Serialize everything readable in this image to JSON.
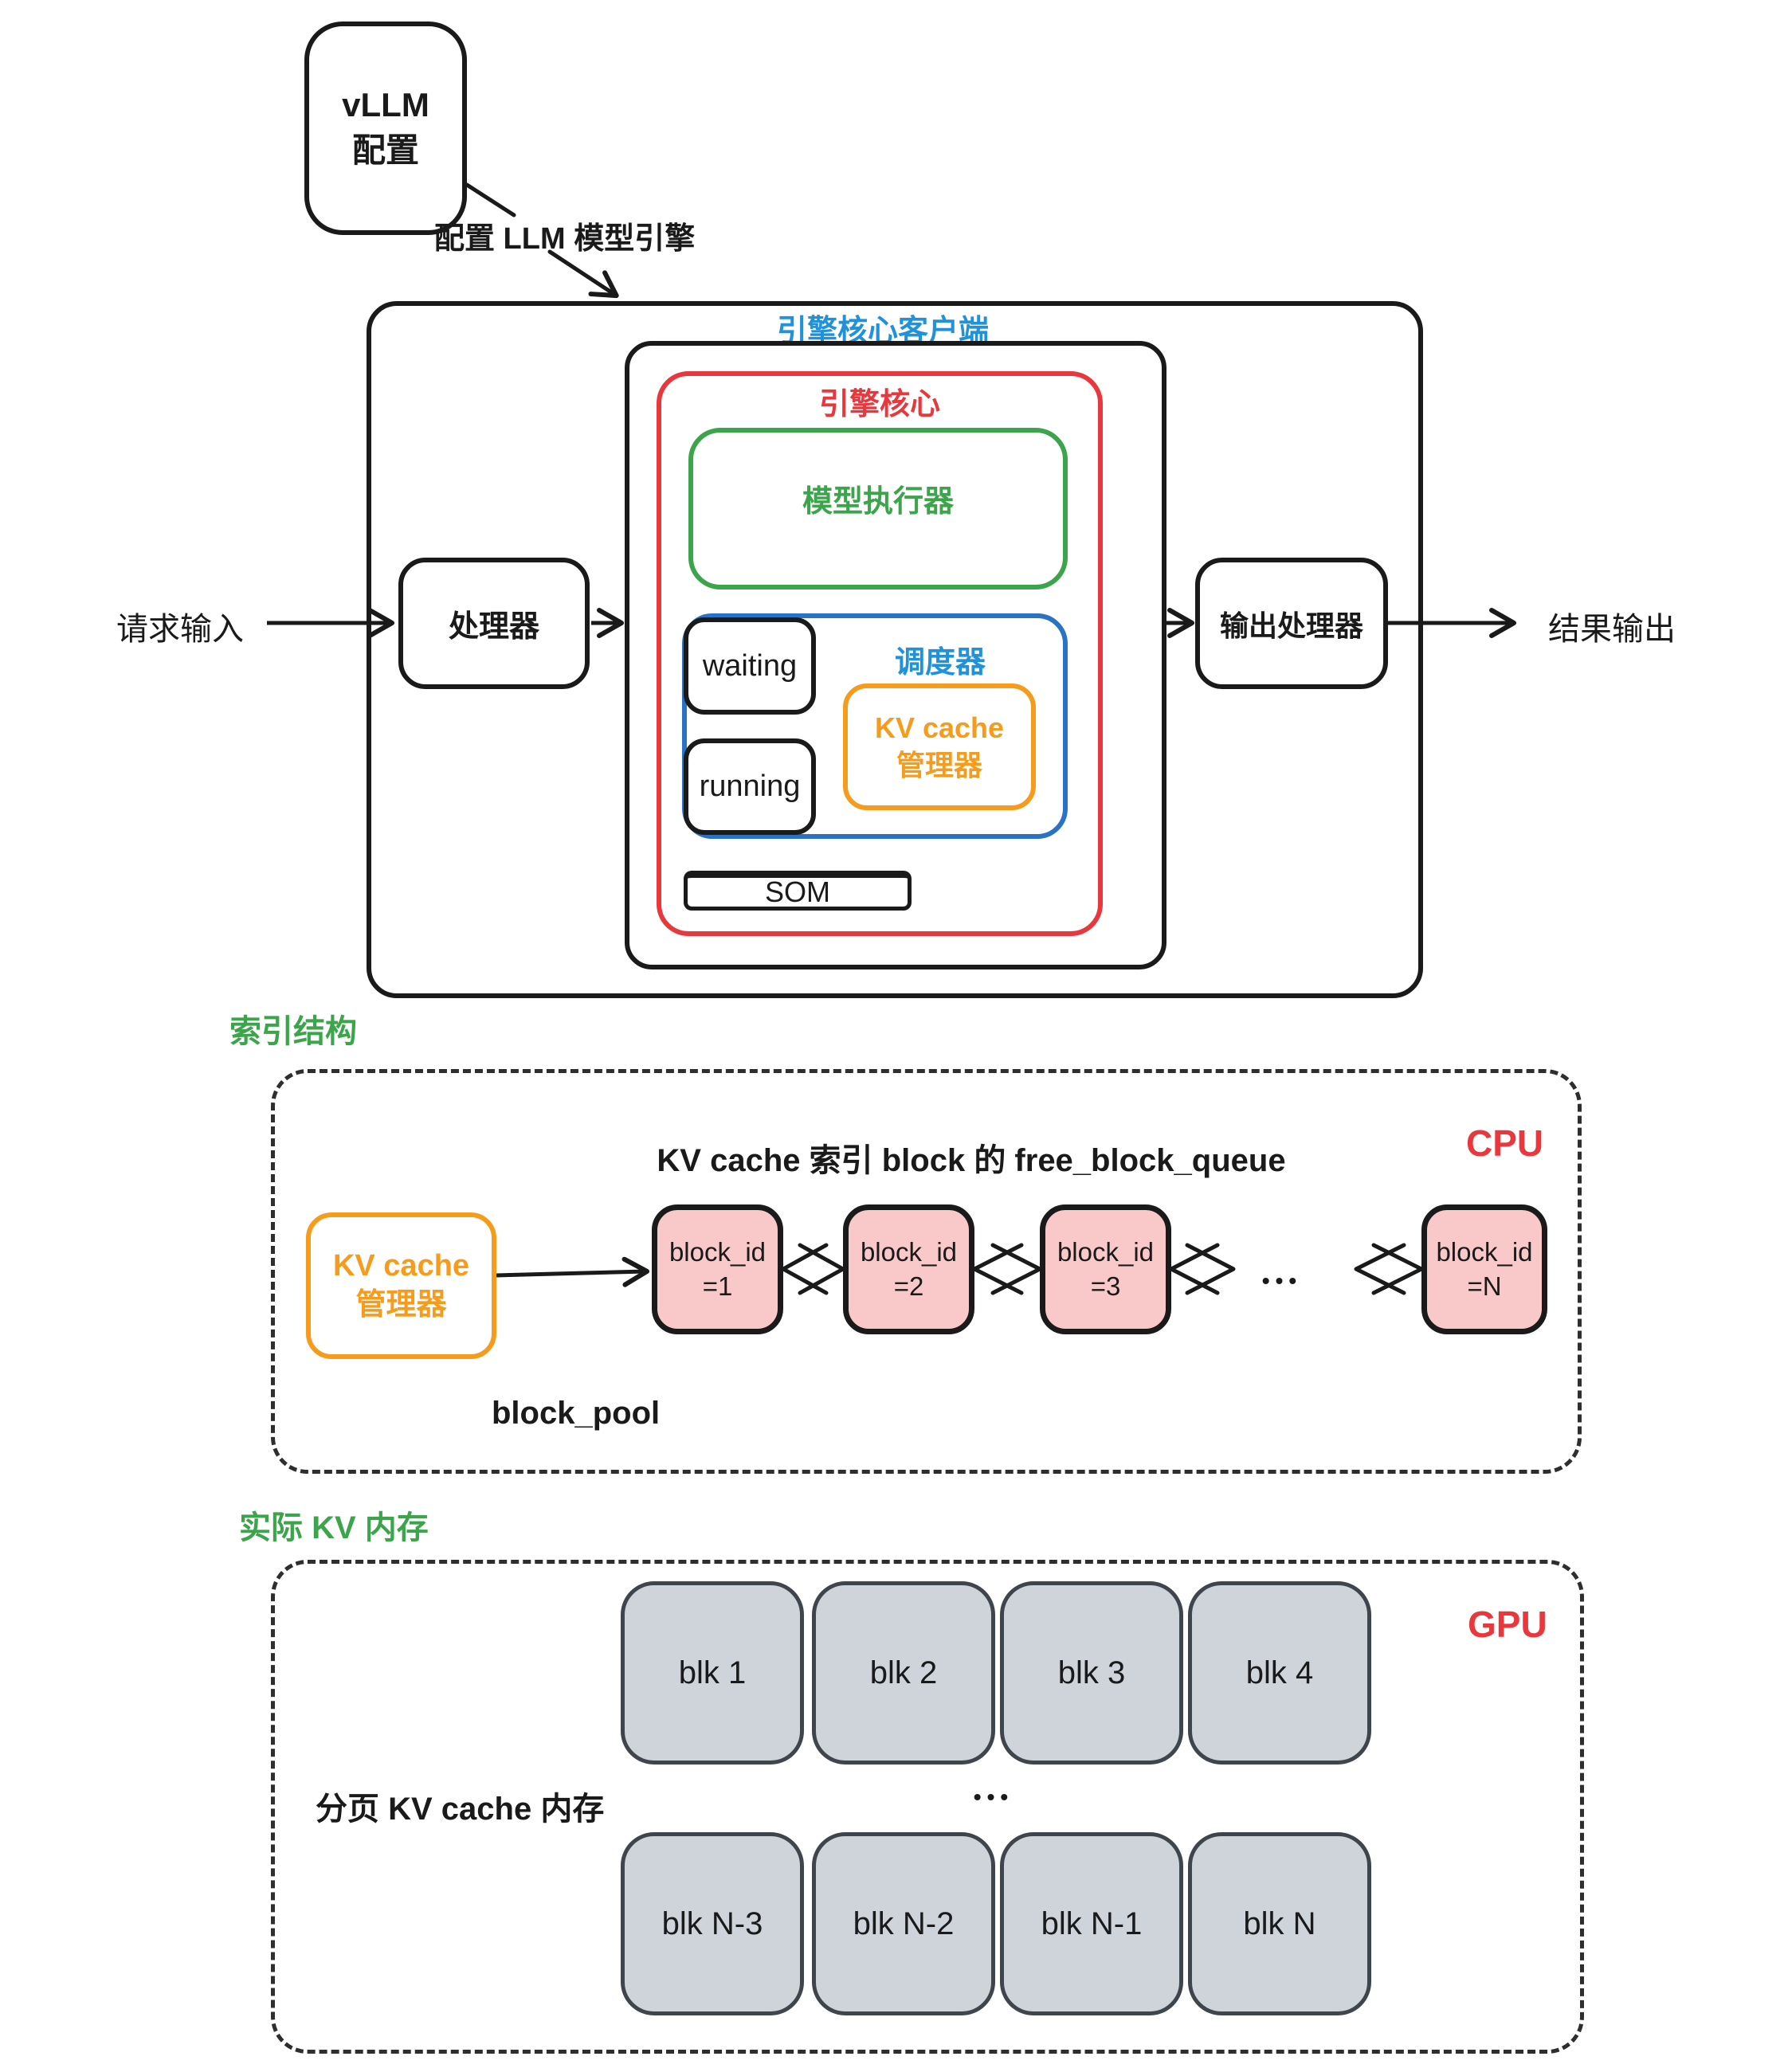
{
  "colors": {
    "accent_blue": "#2191d9",
    "accent_red": "#e8383d",
    "accent_green": "#3ca44a",
    "accent_orange": "#f59c1c",
    "pink_fill": "#f9c9ca",
    "gray_fill": "#cfd4da",
    "line": "#1a1a1a"
  },
  "top": {
    "vllm_line1": "vLLM",
    "vllm_line2": "配置",
    "config_arrow_label": "配置 LLM 模型引擎",
    "request_input": "请求输入",
    "result_output": "结果输出",
    "processor": "处理器",
    "output_processor": "输出处理器",
    "engine_client": "引擎核心客户端",
    "engine_core": "引擎核心",
    "model_executor": "模型执行器",
    "scheduler": "调度器",
    "waiting": "waiting",
    "running": "running",
    "kv_manager_line1": "KV cache",
    "kv_manager_line2": "管理器",
    "som": "SOM"
  },
  "index_section": {
    "title": "索引结构",
    "processor_label": "CPU",
    "queue_title": "KV cache 索引 block 的 free_block_queue",
    "kv_manager_line1": "KV cache",
    "kv_manager_line2": "管理器",
    "block_pool": "block_pool",
    "ellipsis": "•••",
    "blocks": [
      {
        "line1": "block_id",
        "line2": "=1"
      },
      {
        "line1": "block_id",
        "line2": "=2"
      },
      {
        "line1": "block_id",
        "line2": "=3"
      },
      {
        "line1": "block_id",
        "line2": "=N"
      }
    ]
  },
  "memory_section": {
    "title": "实际 KV 内存",
    "processor_label": "GPU",
    "paged_memory": "分页 KV cache 内存",
    "ellipsis": "•••",
    "row1": [
      "blk 1",
      "blk 2",
      "blk 3",
      "blk 4"
    ],
    "row2": [
      "blk N-3",
      "blk N-2",
      "blk N-1",
      "blk N"
    ]
  }
}
